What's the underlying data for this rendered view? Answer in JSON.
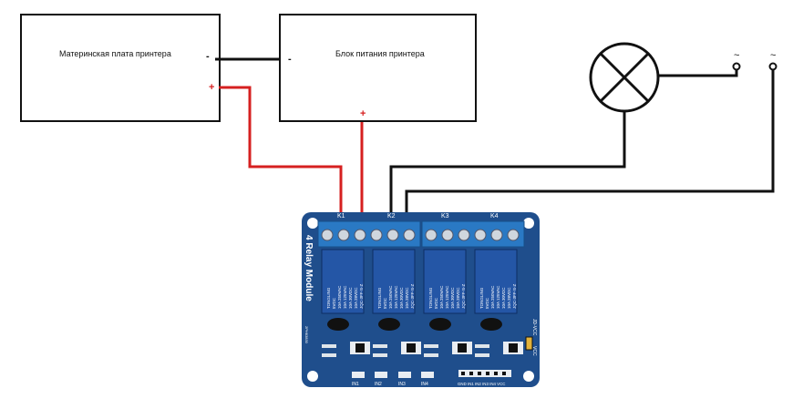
{
  "motherboard": {
    "title": "Материнская плата принтера",
    "minus": "-",
    "plus": "+"
  },
  "psu": {
    "title": "Блок питания принтера",
    "minus": "-",
    "plus": "+"
  },
  "ac_terminals": [
    "~",
    "~"
  ],
  "relay_module": {
    "side_label": "4 Relay Module",
    "part_code": "2PH63830",
    "relay_text_lines": [
      "TONGLING",
      "5VDC",
      "10A 250VAC",
      "10A 125VAC",
      "10A 30VDC",
      "10A 28VDC",
      "JQC-3FF-S-Z"
    ],
    "channel_labels": [
      "K1",
      "K2",
      "K3",
      "K4"
    ],
    "input_labels": [
      "IN1",
      "IN2",
      "IN3",
      "IN4"
    ],
    "header_label": "GND IN1 IN2 IN3 IN4 VCC",
    "jd_vcc_label": "JD-VCC",
    "vcc_label": "VCC"
  },
  "colors": {
    "wire_black": "#111111",
    "wire_red": "#d62020",
    "pcb_blue": "#1f4e8c",
    "terminal_blue": "#2a79c4",
    "relay_blue": "#2456a6"
  }
}
